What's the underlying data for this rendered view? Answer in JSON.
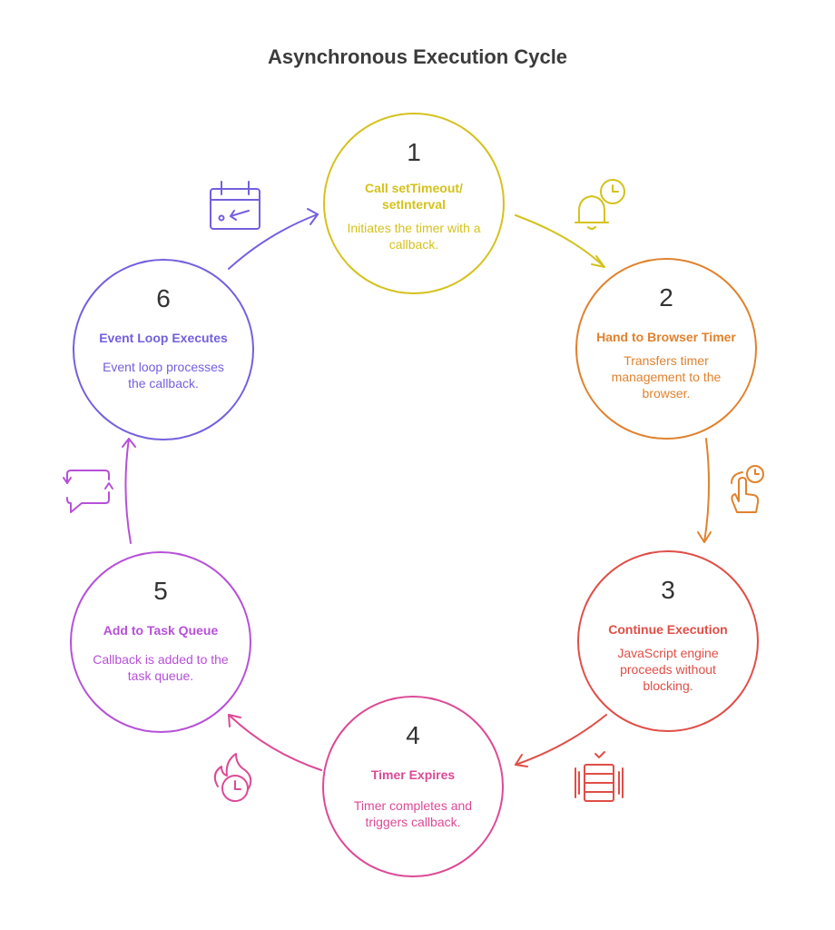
{
  "title": "Asynchronous Execution Cycle",
  "steps": [
    {
      "num": "1",
      "heading": "Call setTimeout/\nsetInterval",
      "desc": "Initiates the timer with a callback.",
      "color": "#d4c21c",
      "icon": "alarm-clock-icon"
    },
    {
      "num": "2",
      "heading": "Hand to Browser Timer",
      "desc": "Transfers timer management to the browser.",
      "color": "#e0822e",
      "icon": "hand-tap-clock-icon"
    },
    {
      "num": "3",
      "heading": "Continue Execution",
      "desc": "JavaScript engine proceeds without blocking.",
      "color": "#e04e47",
      "icon": "server-stack-icon"
    },
    {
      "num": "4",
      "heading": "Timer Expires",
      "desc": "Timer completes and triggers callback.",
      "color": "#dc4a96",
      "icon": "timer-fire-icon"
    },
    {
      "num": "5",
      "heading": "Add to Task Queue",
      "desc": "Callback is added to the task queue.",
      "color": "#b650d8",
      "icon": "queue-message-icon"
    },
    {
      "num": "6",
      "heading": "Event Loop Executes",
      "desc": "Event loop processes the callback.",
      "color": "#7360de",
      "icon": "calendar-return-icon"
    }
  ]
}
